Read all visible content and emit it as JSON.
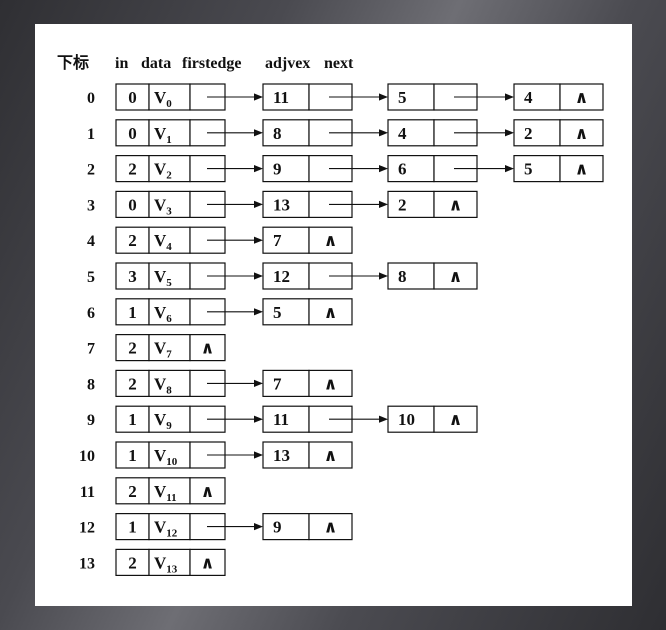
{
  "header": {
    "index": "下标",
    "in": "in",
    "data": "data",
    "firstedge": "firstedge",
    "adjvex": "adjvex",
    "next": "next"
  },
  "null_symbol": "∧",
  "vertex_letter": "V",
  "vertices": [
    {
      "index": "0",
      "in": "0",
      "sub": "0",
      "edges": [
        "11",
        "5",
        "4"
      ]
    },
    {
      "index": "1",
      "in": "0",
      "sub": "1",
      "edges": [
        "8",
        "4",
        "2"
      ]
    },
    {
      "index": "2",
      "in": "2",
      "sub": "2",
      "edges": [
        "9",
        "6",
        "5"
      ]
    },
    {
      "index": "3",
      "in": "0",
      "sub": "3",
      "edges": [
        "13",
        "2"
      ]
    },
    {
      "index": "4",
      "in": "2",
      "sub": "4",
      "edges": [
        "7"
      ]
    },
    {
      "index": "5",
      "in": "3",
      "sub": "5",
      "edges": [
        "12",
        "8"
      ]
    },
    {
      "index": "6",
      "in": "1",
      "sub": "6",
      "edges": [
        "5"
      ]
    },
    {
      "index": "7",
      "in": "2",
      "sub": "7",
      "edges": []
    },
    {
      "index": "8",
      "in": "2",
      "sub": "8",
      "edges": [
        "7"
      ]
    },
    {
      "index": "9",
      "in": "1",
      "sub": "9",
      "edges": [
        "11",
        "10"
      ]
    },
    {
      "index": "10",
      "in": "1",
      "sub": "10",
      "edges": [
        "13"
      ]
    },
    {
      "index": "11",
      "in": "2",
      "sub": "11",
      "edges": []
    },
    {
      "index": "12",
      "in": "1",
      "sub": "12",
      "edges": [
        "9"
      ]
    },
    {
      "index": "13",
      "in": "2",
      "sub": "13",
      "edges": []
    }
  ]
}
